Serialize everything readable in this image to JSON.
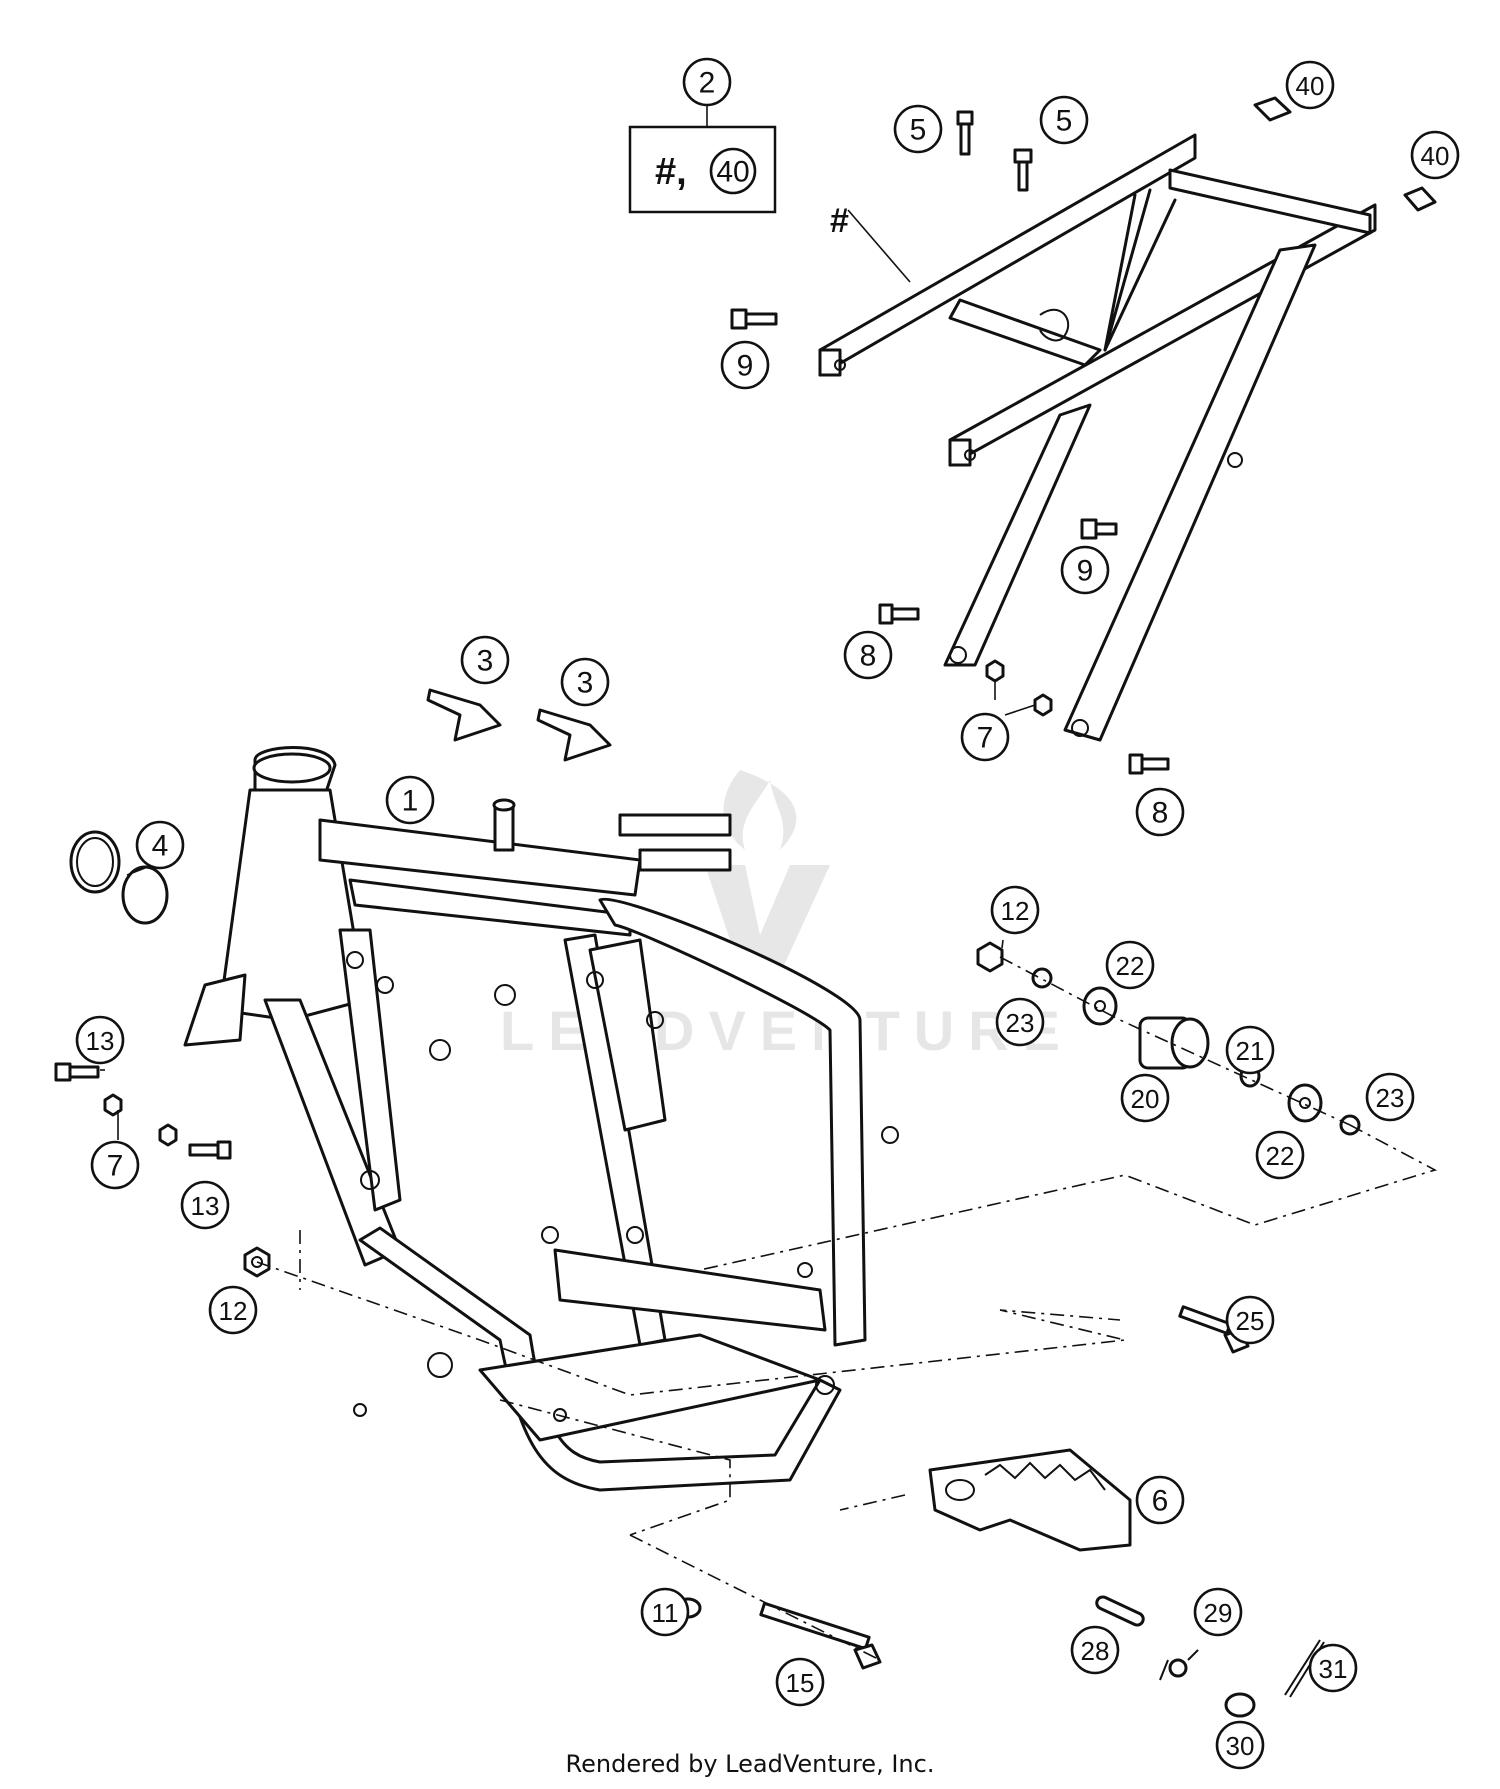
{
  "watermark": "LEADVENTURE",
  "footer": "Rendered by LeadVenture, Inc.",
  "subassembly_box": {
    "hash": "#,",
    "callout": "40"
  },
  "hash_label": "#",
  "callouts": [
    {
      "id": "c-1",
      "label": "1"
    },
    {
      "id": "c-2",
      "label": "2"
    },
    {
      "id": "c-3a",
      "label": "3"
    },
    {
      "id": "c-3b",
      "label": "3"
    },
    {
      "id": "c-4",
      "label": "4"
    },
    {
      "id": "c-5a",
      "label": "5"
    },
    {
      "id": "c-5b",
      "label": "5"
    },
    {
      "id": "c-6",
      "label": "6"
    },
    {
      "id": "c-7a",
      "label": "7"
    },
    {
      "id": "c-7b",
      "label": "7"
    },
    {
      "id": "c-8a",
      "label": "8"
    },
    {
      "id": "c-8b",
      "label": "8"
    },
    {
      "id": "c-9a",
      "label": "9"
    },
    {
      "id": "c-9b",
      "label": "9"
    },
    {
      "id": "c-11",
      "label": "11"
    },
    {
      "id": "c-12a",
      "label": "12"
    },
    {
      "id": "c-12b",
      "label": "12"
    },
    {
      "id": "c-13a",
      "label": "13"
    },
    {
      "id": "c-13b",
      "label": "13"
    },
    {
      "id": "c-15",
      "label": "15"
    },
    {
      "id": "c-20",
      "label": "20"
    },
    {
      "id": "c-21",
      "label": "21"
    },
    {
      "id": "c-22a",
      "label": "22"
    },
    {
      "id": "c-22b",
      "label": "22"
    },
    {
      "id": "c-23a",
      "label": "23"
    },
    {
      "id": "c-23b",
      "label": "23"
    },
    {
      "id": "c-25",
      "label": "25"
    },
    {
      "id": "c-28",
      "label": "28"
    },
    {
      "id": "c-29",
      "label": "29"
    },
    {
      "id": "c-30",
      "label": "30"
    },
    {
      "id": "c-31",
      "label": "31"
    },
    {
      "id": "c-40a",
      "label": "40"
    },
    {
      "id": "c-40b",
      "label": "40"
    }
  ]
}
